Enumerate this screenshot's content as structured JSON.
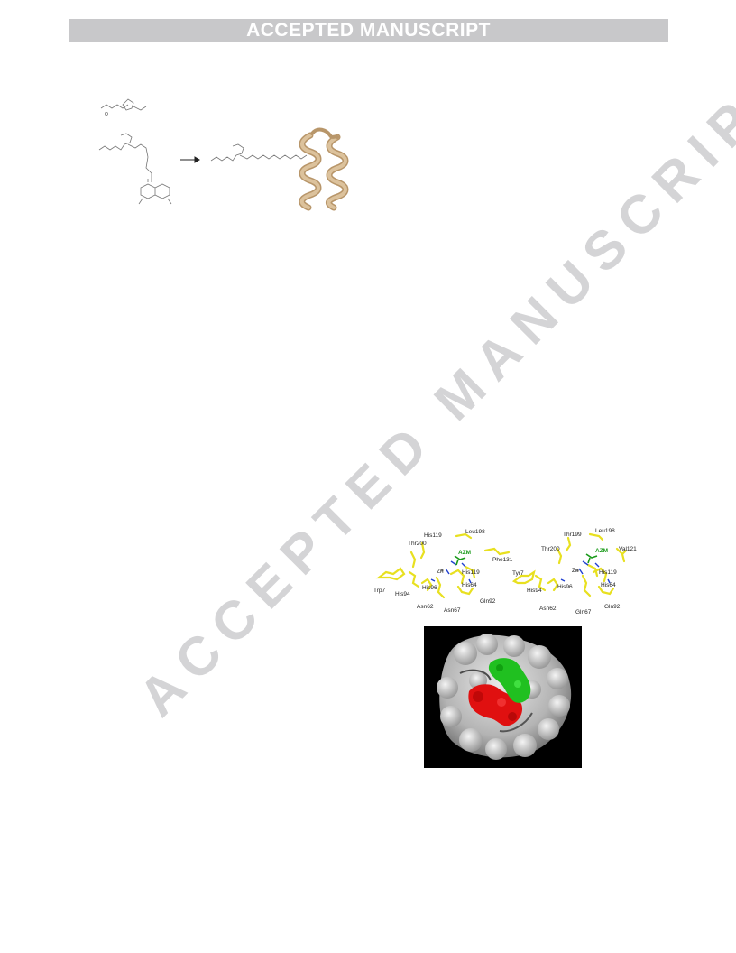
{
  "header": {
    "banner": "ACCEPTED MANUSCRIPT"
  },
  "watermark": {
    "text": "ACCEPTED MANUSCRIPT"
  },
  "figure_active_site": {
    "left_panel_labels": {
      "his200": "Thr200",
      "his119": "His119",
      "leu198": "Leu198",
      "azm": "AZM",
      "phe131": "Phe131",
      "zn": "Zn",
      "his119b": "His119",
      "trp7": "Trp7",
      "his94": "His94",
      "his96": "His96",
      "his64": "His64",
      "gln92": "Gln92",
      "asn62": "Asn62",
      "asn67": "Asn67"
    },
    "right_panel_labels": {
      "thr199": "Thr199",
      "leu198": "Leu198",
      "thr200": "Thr200",
      "azm": "AZM",
      "val121": "Val121",
      "tyr7": "Tyr7",
      "zn": "Zn",
      "his119": "His119",
      "his94": "His94",
      "his96": "His96",
      "his64": "His64",
      "asn62": "Asn62",
      "gln92": "Gln92",
      "gln67": "Gln67"
    }
  },
  "colors": {
    "banner_bg": "#c8c8ca",
    "residue_yellow": "#e8e020",
    "ligand_green": "#1a9a1a",
    "surface_red": "#e01010",
    "surface_green": "#20c020",
    "helix_tan": "#d2b48c"
  }
}
